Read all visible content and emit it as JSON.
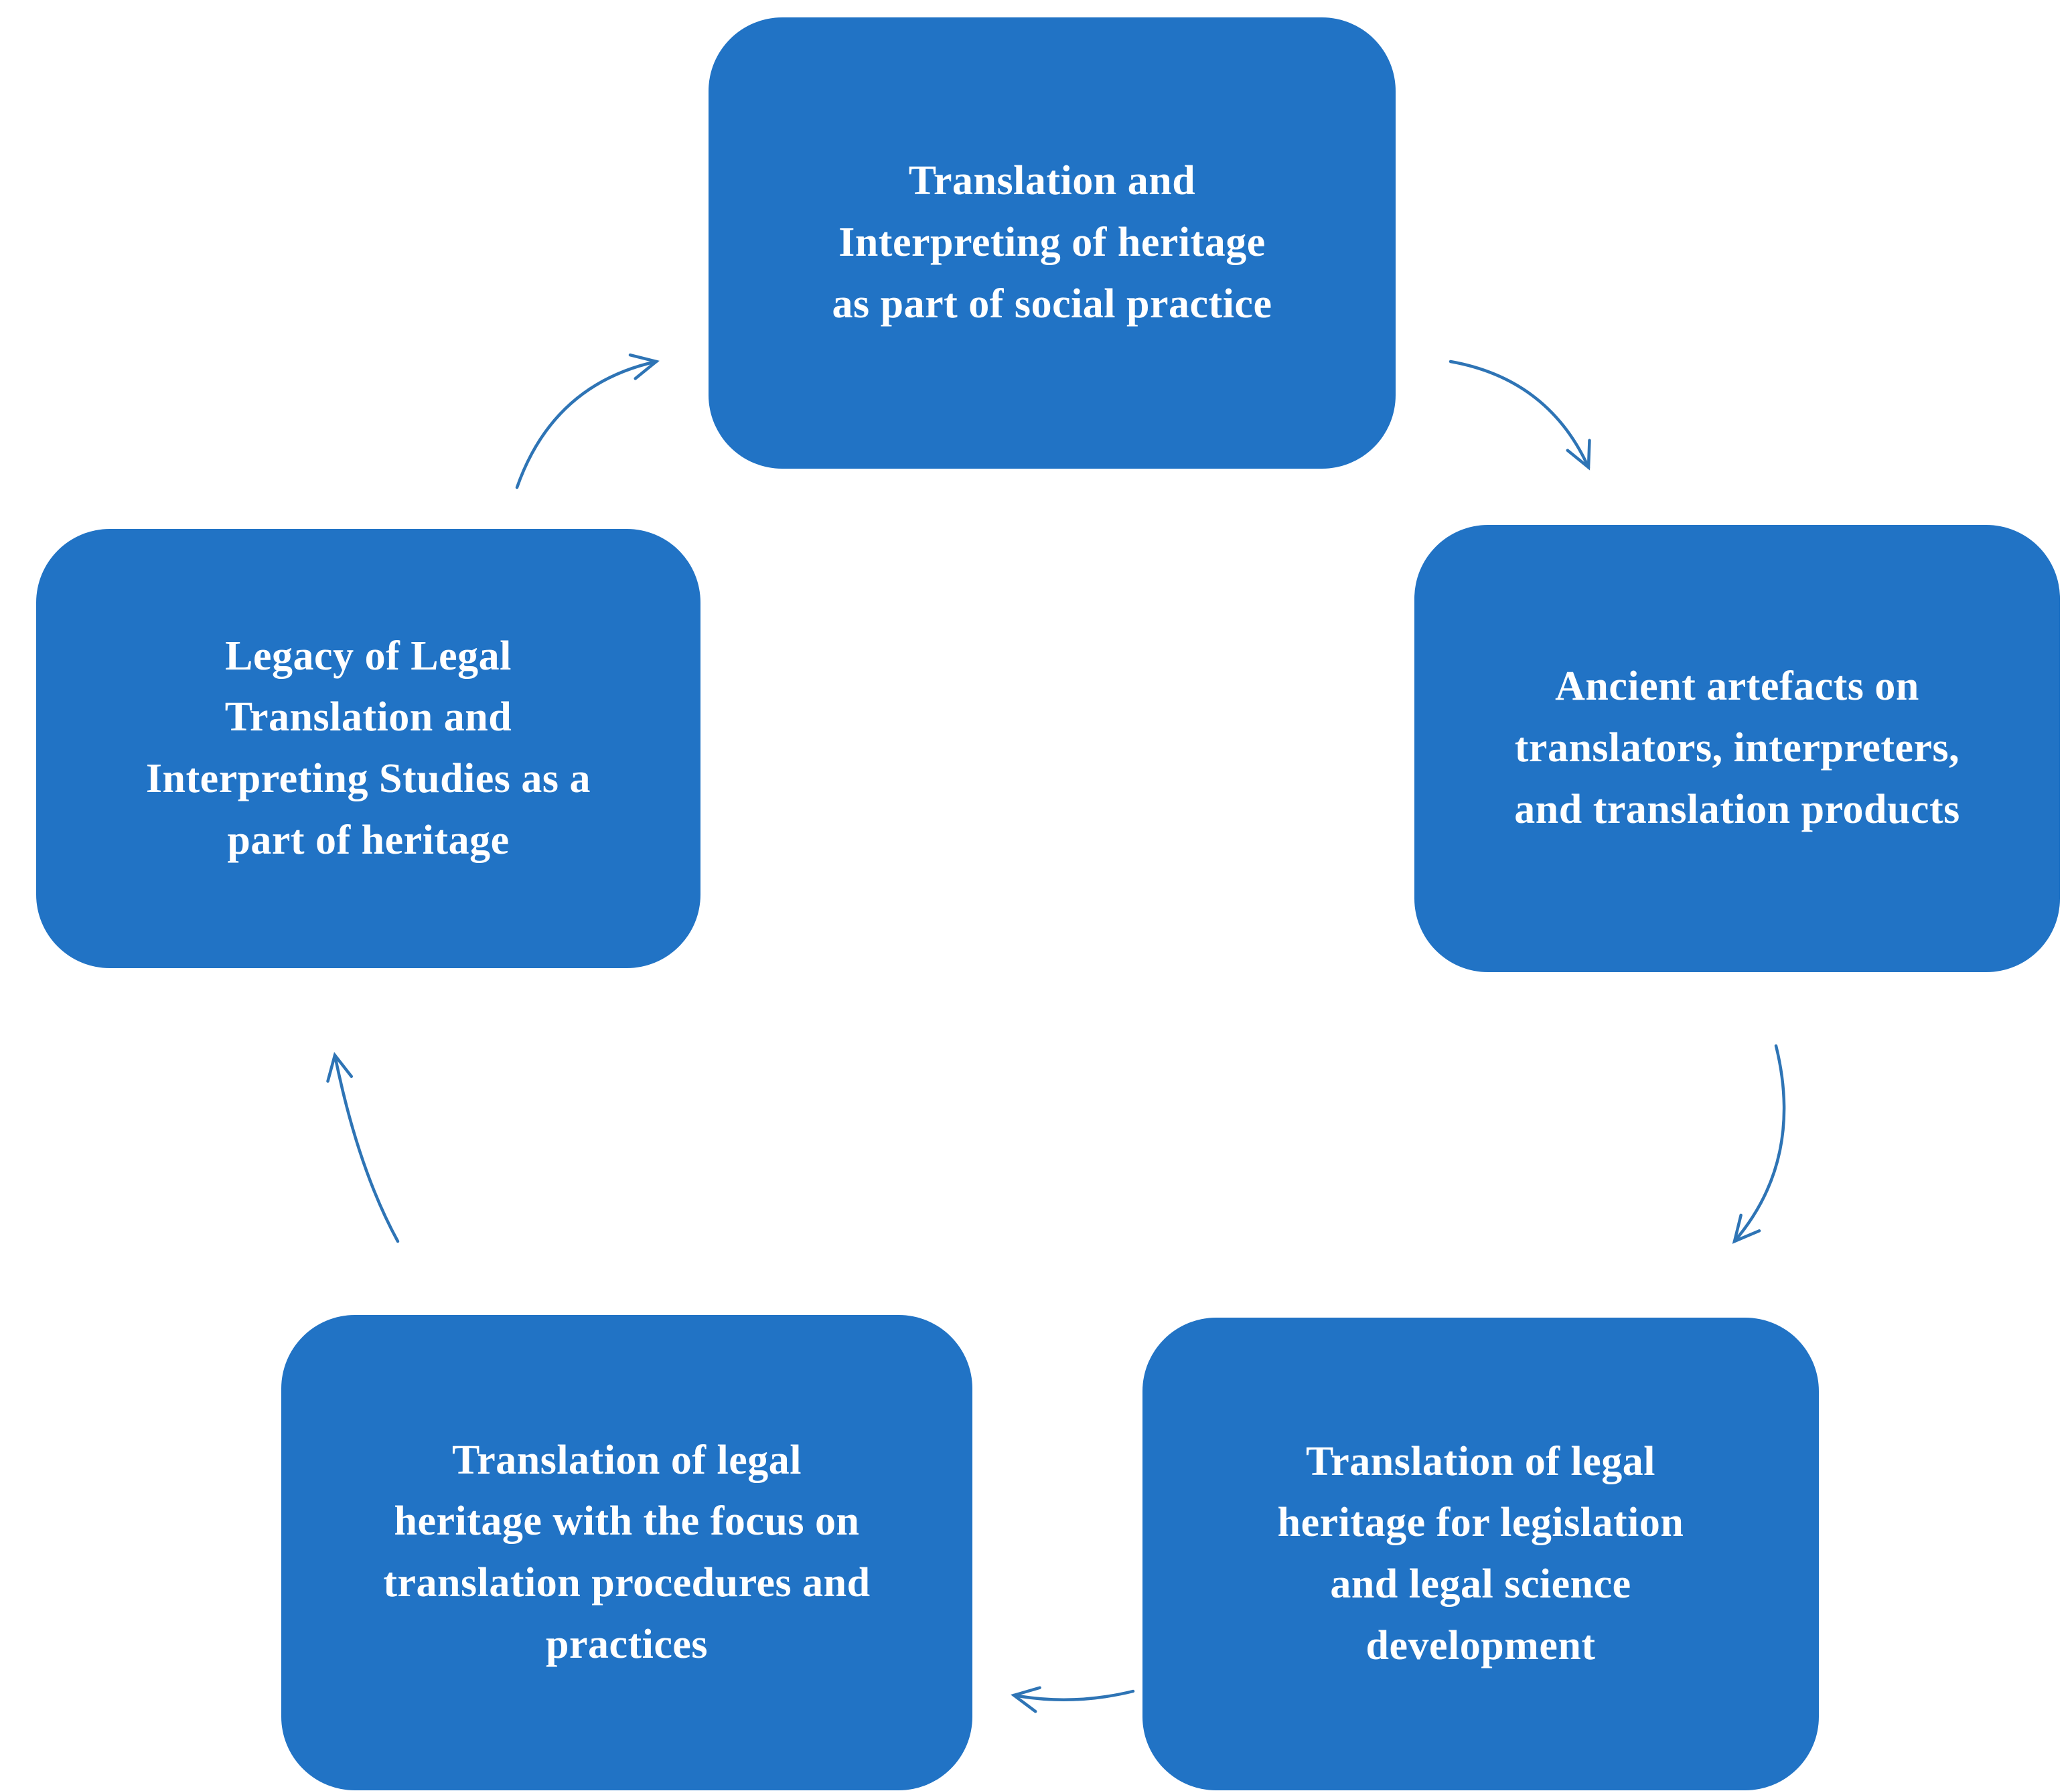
{
  "diagram": {
    "type": "cycle",
    "title": "",
    "nodes": [
      {
        "id": "heritage-social-practice",
        "label": "Translation and\nInterpreting  of  heritage\nas part of  social practice"
      },
      {
        "id": "ancient-artefacts",
        "label": "Ancient artefacts on\ntranslators, interpreters,\nand translation products"
      },
      {
        "id": "legal-heritage-legislation",
        "label": "Translation  of  legal\nheritage for legislation\nand legal science\ndevelopment"
      },
      {
        "id": "translation-procedures",
        "label": "Translation of  legal\nheritage with the focus on\ntranslation procedures and\npractices"
      },
      {
        "id": "legacy-of-legal-translation",
        "label": "Legacy of Legal\nTranslation and\nInterpreting Studies as a\npart of heritage"
      }
    ],
    "edges": [
      {
        "from": "heritage-social-practice",
        "to": "ancient-artefacts"
      },
      {
        "from": "ancient-artefacts",
        "to": "legal-heritage-legislation"
      },
      {
        "from": "legal-heritage-legislation",
        "to": "translation-procedures"
      },
      {
        "from": "translation-procedures",
        "to": "legacy-of-legal-translation"
      },
      {
        "from": "legacy-of-legal-translation",
        "to": "heritage-social-practice"
      }
    ],
    "colors": {
      "node_fill": "#2173c5",
      "node_text": "#ffffff",
      "arrow": "#2e74b5",
      "background": "#ffffff"
    }
  }
}
